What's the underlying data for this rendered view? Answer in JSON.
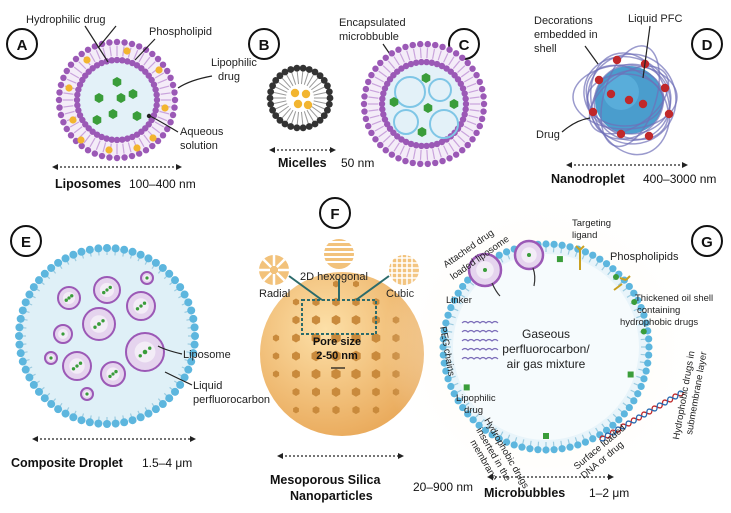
{
  "panels": {
    "A": {
      "badge": "A",
      "labels": {
        "hydrophilic": "Hydrophilic drug",
        "phospholipid": "Phospholipid",
        "lipophilic_1": "Lipophilic",
        "lipophilic_2": "drug",
        "aqueous_1": "Aqueous",
        "aqueous_2": "solution"
      },
      "name": "Liposomes",
      "size": "100–400 nm"
    },
    "B": {
      "badge": "B",
      "name": "Micelles",
      "size": "50 nm"
    },
    "C": {
      "badge": "C",
      "labels": {
        "encap_1": "Encapsulated",
        "encap_2": "microbbuble"
      }
    },
    "D": {
      "badge": "D",
      "labels": {
        "deco_1": "Decorations",
        "deco_2": "embedded in",
        "deco_3": "shell",
        "pfc": "Liquid PFC",
        "drug": "Drug"
      },
      "name": "Nanodroplet",
      "size": "400–3000 nm"
    },
    "E": {
      "badge": "E",
      "labels": {
        "liposome": "Liposome",
        "liquid_1": "Liquid",
        "liquid_2": "perfluorocarbon"
      },
      "name": "Composite Droplet",
      "size": "1.5–4 μm"
    },
    "F": {
      "badge": "F",
      "labels": {
        "radial": "Radial",
        "hex": "2D hexogonal",
        "cubic": "Cubic",
        "pore_1": "Pore size",
        "pore_2": "2-50 nm"
      },
      "name_1": "Mesoporous Silica",
      "name_2": "Nanoparticles",
      "size": "20–900 nm"
    },
    "G": {
      "badge": "G",
      "labels": {
        "attached_1": "Attached drug",
        "attached_2": "loaded liposome",
        "targeting_1": "Targeting",
        "targeting_2": "ligand",
        "phospholipids": "Phospholipids",
        "thick_1": "Thickened oil shell",
        "thick_2": "containing",
        "thick_3": "hydrophobic drugs",
        "linker": "Linker",
        "peg": "PEG chains",
        "gas_1": "Gaseous",
        "gas_2": "perfluorocarbon/",
        "gas_3": "air gas mixture",
        "sub_1": "Hydrophobic drugs in",
        "sub_2": "submembrane layer",
        "lipo_1": "Lipophilic",
        "lipo_2": "drug",
        "inserted_1": "Hydrophobic drugs",
        "inserted_2": "inserted in the",
        "inserted_3": "membrane",
        "surface_1": "Surface loaded",
        "surface_2": "DNA or drug"
      },
      "name": "Microbubbles",
      "size": "1–2 μm"
    }
  },
  "colors": {
    "lipid_head": "#9b59b6",
    "lipid_tail": "#c9a3dc",
    "aqueous": "#e3f1f8",
    "drug_green": "#3a9d3a",
    "drug_yellow": "#f2b530",
    "micelle_head": "#333333",
    "pfc_blue": "#2a8cc4",
    "droplet_red": "#c0282a",
    "silica": "#f2c27b",
    "silica_pore": "#c98a3c",
    "bubble_head": "#5db6de",
    "teal_arrow": "#2c6b6b"
  }
}
